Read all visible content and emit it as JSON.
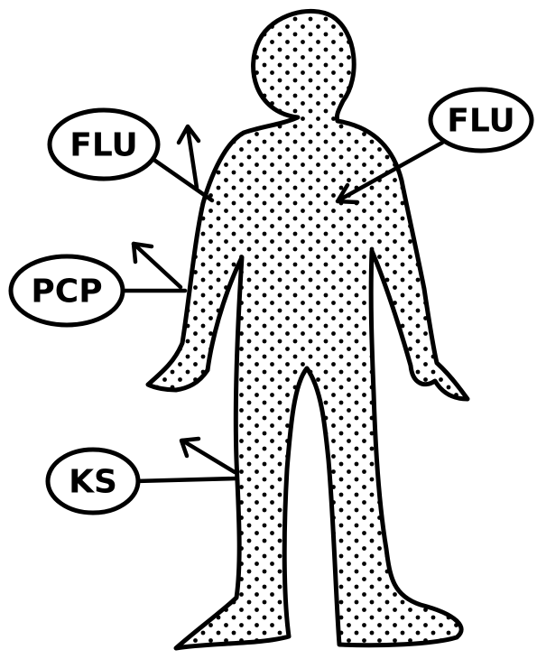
{
  "labels": {
    "flu_left": "FLU",
    "flu_right": "FLU",
    "pcp": "PCP",
    "ks": "KS"
  },
  "colors": {
    "ink": "#000000",
    "paper": "#ffffff"
  }
}
